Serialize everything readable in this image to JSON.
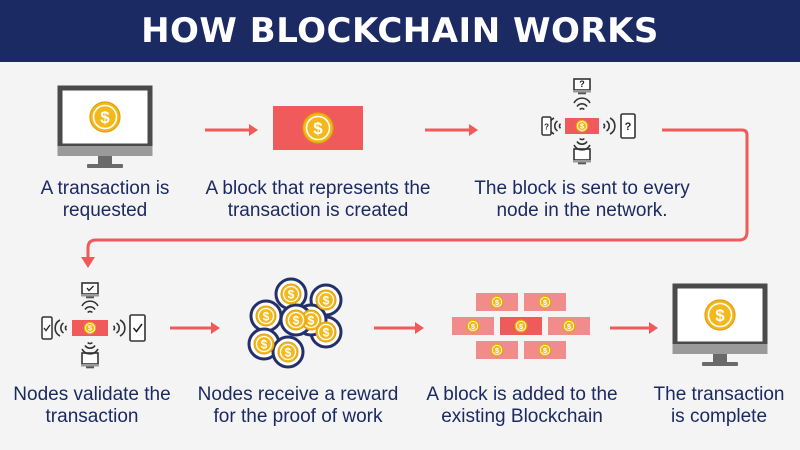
{
  "header": {
    "title": "HOW BLOCKCHAIN WORKS"
  },
  "colors": {
    "navy": "#1b2a63",
    "accent_red": "#f05a5a",
    "coin_gold": "#f4b81a",
    "coin_outline": "#24306b",
    "monitor_frame": "#4a4a4a",
    "background": "#f4f4f4"
  },
  "icons": {
    "coin": "dollar-coin-icon",
    "node_unknown": "question-mark-icon",
    "node_valid": "checkmark-icon",
    "signal": "wifi-signal-icon",
    "device": "monitor-icon"
  },
  "steps": [
    {
      "id": "step-1",
      "icon": "monitor-with-coin",
      "line1": "A transaction is",
      "line2": "requested"
    },
    {
      "id": "step-2",
      "icon": "block-with-coin",
      "line1": "A block that represents the",
      "line2": "transaction is created"
    },
    {
      "id": "step-3",
      "icon": "network-unknown",
      "line1": "The block is sent to every",
      "line2": "node in the network."
    },
    {
      "id": "step-4",
      "icon": "network-validated",
      "line1": "Nodes validate the",
      "line2": "transaction"
    },
    {
      "id": "step-5",
      "icon": "coin-pile",
      "line1": "Nodes receive a reward",
      "line2": "for the proof of work"
    },
    {
      "id": "step-6",
      "icon": "blockchain-wall",
      "line1": "A block is added to the",
      "line2": "existing Blockchain"
    },
    {
      "id": "step-7",
      "icon": "monitor-with-coin",
      "line1": "The transaction",
      "line2": "is complete"
    }
  ],
  "glyphs": {
    "dollar": "$",
    "question": "?"
  }
}
